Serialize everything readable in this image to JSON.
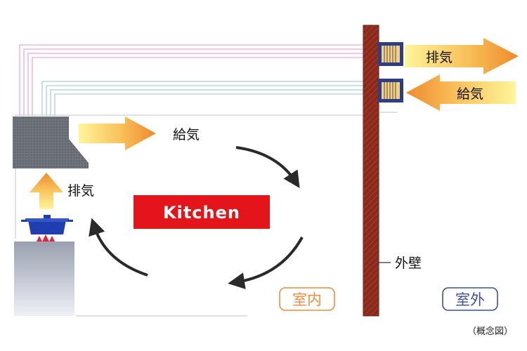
{
  "labels": {
    "exhaust_outside": "排気",
    "supply_outside": "給気",
    "supply_inside": "給気",
    "exhaust_hood": "排気",
    "kitchen": "Kitchen",
    "outer_wall": "外壁",
    "indoor": "室内",
    "outdoor": "室外",
    "caption": "（概念図）"
  },
  "colors": {
    "exhaust_duct": "#e9a9d6",
    "supply_duct": "#a9cde8",
    "wall": "#8b2a1c",
    "kitchen_bg": "#e3141a",
    "indoor": "#f08a3c",
    "outdoor": "#3a4f9a",
    "arrow_dark": "#2a2a2a",
    "hood": "#6b7078",
    "vent_box": "#2c3f84",
    "vent_fill": "#f3d08a"
  }
}
